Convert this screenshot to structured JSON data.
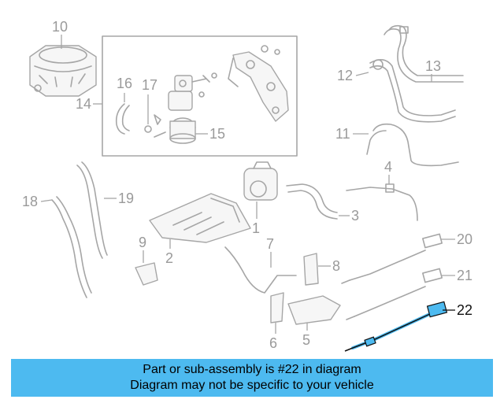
{
  "callouts": {
    "c1": "1",
    "c2": "2",
    "c3": "3",
    "c4": "4",
    "c5": "5",
    "c6": "6",
    "c7": "7",
    "c8": "8",
    "c9": "9",
    "c10": "10",
    "c11": "11",
    "c12": "12",
    "c13": "13",
    "c14": "14",
    "c15": "15",
    "c16": "16",
    "c17": "17",
    "c18": "18",
    "c19": "19",
    "c20": "20",
    "c21": "21",
    "c22": "22"
  },
  "highlighted_part": "22",
  "banner": {
    "line1": "Part or sub-assembly is #22 in diagram",
    "line2": "Diagram may not be specific to your vehicle"
  },
  "colors": {
    "banner_bg": "#4dbaf0",
    "highlight": "#4dbaf0",
    "parts": "#a6a6a6"
  }
}
